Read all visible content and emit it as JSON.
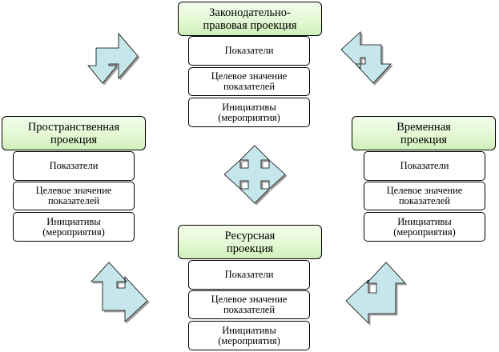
{
  "projections": {
    "top": {
      "title_line1": "Законодательно-",
      "title_line2": "правовая проекция"
    },
    "left": {
      "title_line1": "Пространственная",
      "title_line2": "проекция"
    },
    "right": {
      "title_line1": "Временная",
      "title_line2": "проекция"
    },
    "bottom": {
      "title_line1": "Ресурсная",
      "title_line2": "проекция"
    }
  },
  "items": {
    "indicators": "Показатели",
    "target_line1": "Целевое значение",
    "target_line2": "показателей",
    "initiatives_line1": "Инициативы",
    "initiatives_line2": "(мероприятия)"
  },
  "colors": {
    "arrow_fill": "#c5e6ea",
    "title_fill": "#dff6cf",
    "border": "#000000"
  },
  "icons": [
    "bent-arrow-icon",
    "four-way-arrow-icon"
  ]
}
